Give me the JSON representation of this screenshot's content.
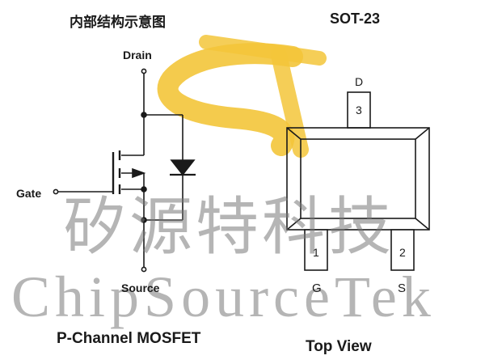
{
  "titles": {
    "internal": "内部结构示意图",
    "package": "SOT-23",
    "channel": "P-Channel MOSFET",
    "view": "Top View"
  },
  "schematic": {
    "drain": "Drain",
    "gate": "Gate",
    "source": "Source"
  },
  "package": {
    "pin_top_letter": "D",
    "pin_top_number": "3",
    "pin_left_number": "1",
    "pin_right_number": "2",
    "pin_left_letter": "G",
    "pin_right_letter": "S"
  },
  "watermark": {
    "chinese": "矽源特科技",
    "english": "ChipSourceTek"
  },
  "colors": {
    "logo": "#f3c53a",
    "line": "#1a1a1a",
    "watermark": "#8a8a8a"
  }
}
